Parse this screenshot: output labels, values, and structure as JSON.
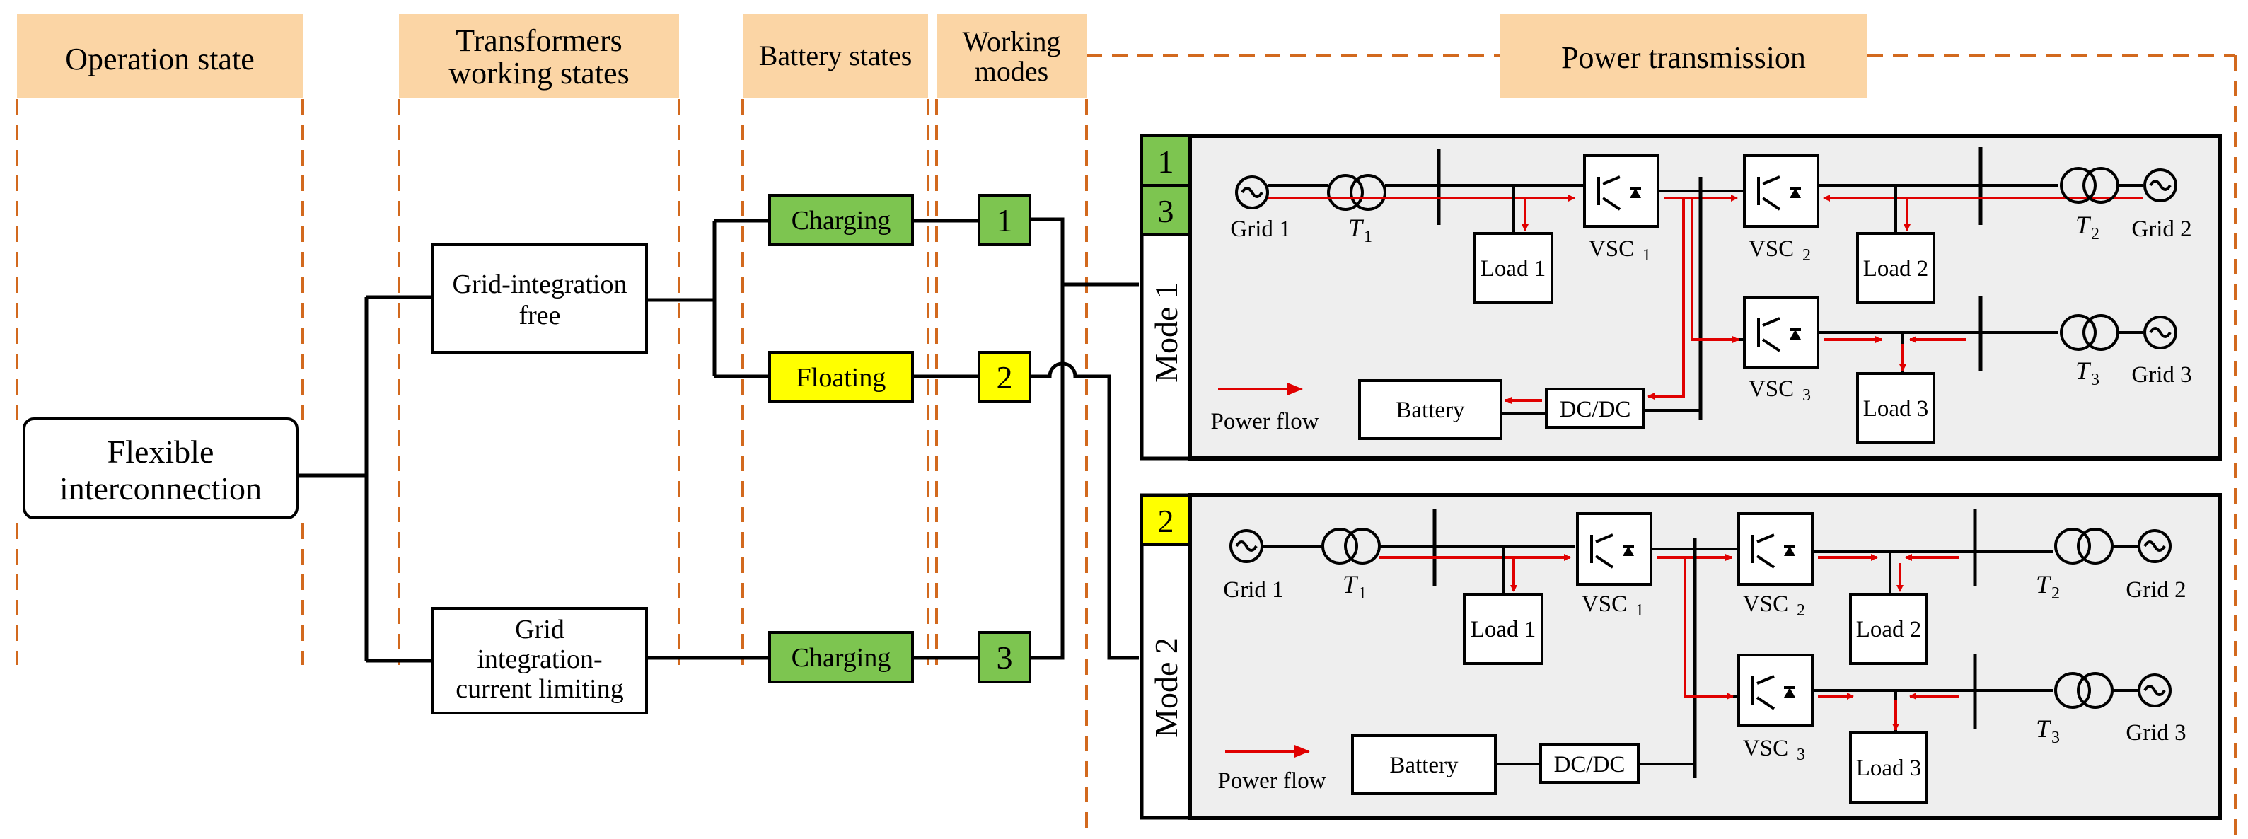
{
  "headers": {
    "operation_state": "Operation state",
    "transformers_line1": "Transformers",
    "transformers_line2": "working states",
    "battery_states": "Battery states",
    "working_line1": "Working",
    "working_line2": "modes",
    "power_transmission": "Power transmission"
  },
  "operation": {
    "line1": "Flexible",
    "line2": "interconnection"
  },
  "transformer_states": {
    "free_line1": "Grid-integration",
    "free_line2": "free",
    "limit_line1": "Grid",
    "limit_line2": "integration-",
    "limit_line3": "current limiting"
  },
  "battery_states": {
    "charging_1": "Charging",
    "floating": "Floating",
    "charging_2": "Charging"
  },
  "working_modes": {
    "m1": "1",
    "m2": "2",
    "m3": "3"
  },
  "mode1": {
    "title": "Mode 1",
    "tag_a": "1",
    "tag_b": "3",
    "grid1": "Grid 1",
    "grid2": "Grid 2",
    "grid3": "Grid 3",
    "t": "T",
    "t1": "1",
    "t2": "2",
    "t3": "3",
    "vsc": "VSC",
    "vsc1": "1",
    "vsc2": "2",
    "vsc3": "3",
    "load1": "Load 1",
    "load2": "Load 2",
    "load3": "Load 3",
    "battery": "Battery",
    "dcdc": "DC/DC",
    "power_flow": "Power flow"
  },
  "mode2": {
    "title": "Mode 2",
    "tag_a": "2",
    "grid1": "Grid 1",
    "grid2": "Grid 2",
    "grid3": "Grid 3",
    "t": "T",
    "t1": "1",
    "t2": "2",
    "t3": "3",
    "vsc": "VSC",
    "vsc1": "1",
    "vsc2": "2",
    "vsc3": "3",
    "load1": "Load 1",
    "load2": "Load 2",
    "load3": "Load 3",
    "battery": "Battery",
    "dcdc": "DC/DC",
    "power_flow": "Power flow"
  },
  "colors": {
    "header_fill": "#FBD5A5",
    "dashed_orange": "#D2691E",
    "green": "#7DC550",
    "yellow": "#FFFF00",
    "flow_red": "#E00000",
    "panel_gray": "#EEEEEE"
  }
}
